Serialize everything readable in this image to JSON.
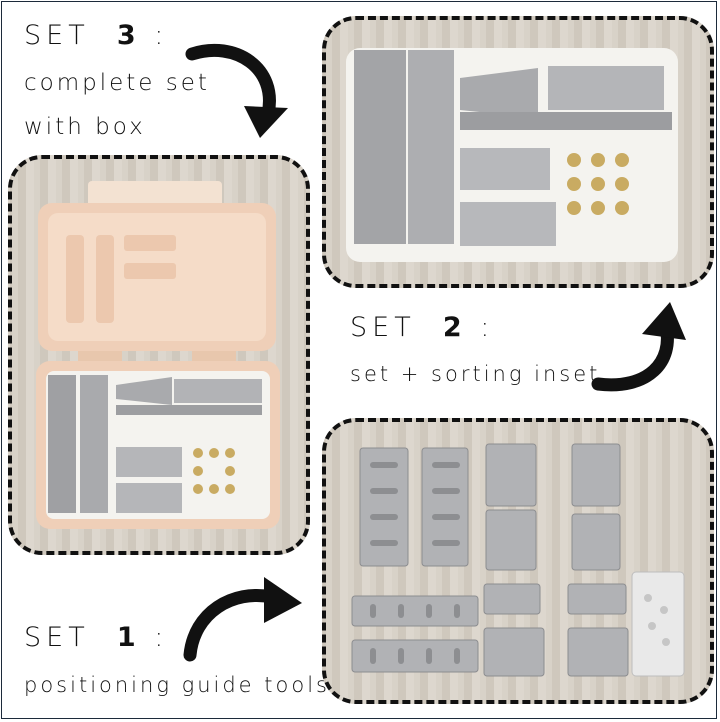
{
  "sets": [
    {
      "id": "set3",
      "head_word": "SET",
      "head_num": "3",
      "head_colon": ":",
      "line1": "complete set",
      "line2": "with box"
    },
    {
      "id": "set2",
      "head_word": "SET",
      "head_num": "2",
      "head_colon": ":",
      "line1": "set + sorting inset"
    },
    {
      "id": "set1",
      "head_word": "SET",
      "head_num": "1",
      "head_colon": ":",
      "line1": "positioning guide tools"
    }
  ],
  "colors": {
    "box": "#f2d7c3",
    "metal": "#a9aaad",
    "inset": "#f4f3ef",
    "brass": "#c9ab62",
    "wood": "#d8d2c8"
  }
}
